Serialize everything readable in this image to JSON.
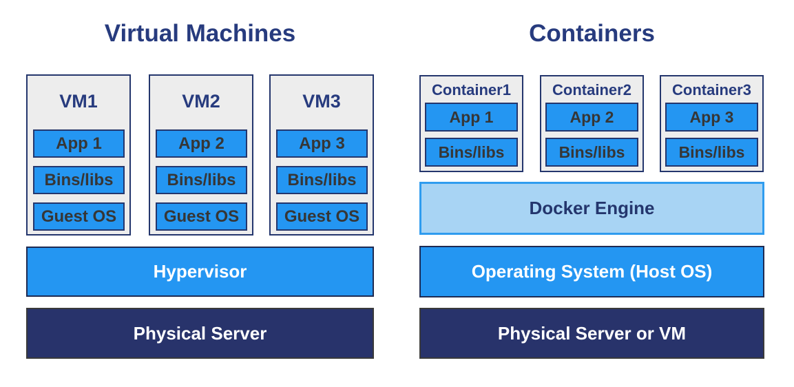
{
  "left": {
    "title": "Virtual Machines",
    "vms": [
      {
        "label": "VM1",
        "layers": [
          "App 1",
          "Bins/libs",
          "Guest OS"
        ]
      },
      {
        "label": "VM2",
        "layers": [
          "App 2",
          "Bins/libs",
          "Guest OS"
        ]
      },
      {
        "label": "VM3",
        "layers": [
          "App 3",
          "Bins/libs",
          "Guest OS"
        ]
      }
    ],
    "hypervisor": "Hypervisor",
    "physical": "Physical Server"
  },
  "right": {
    "title": "Containers",
    "containers": [
      {
        "label": "Container1",
        "layers": [
          "App 1",
          "Bins/libs"
        ]
      },
      {
        "label": "Container2",
        "layers": [
          "App 2",
          "Bins/libs"
        ]
      },
      {
        "label": "Container3",
        "layers": [
          "App 3",
          "Bins/libs"
        ]
      }
    ],
    "docker": "Docker Engine",
    "os": "Operating System (Host OS)",
    "physical": "Physical Server or VM"
  },
  "colors": {
    "title_navy": "#273b7e",
    "border_navy": "#24366d",
    "bright_blue": "#2496f2",
    "light_blue_fill": "#a8d4f4",
    "light_blue_border": "#2f9cef",
    "dark_navy_fill": "#28336b",
    "dark_gray_border": "#3a3a3a",
    "box_gray": "#ededed",
    "layer_text": "#363636",
    "white_text": "#ffffff"
  }
}
